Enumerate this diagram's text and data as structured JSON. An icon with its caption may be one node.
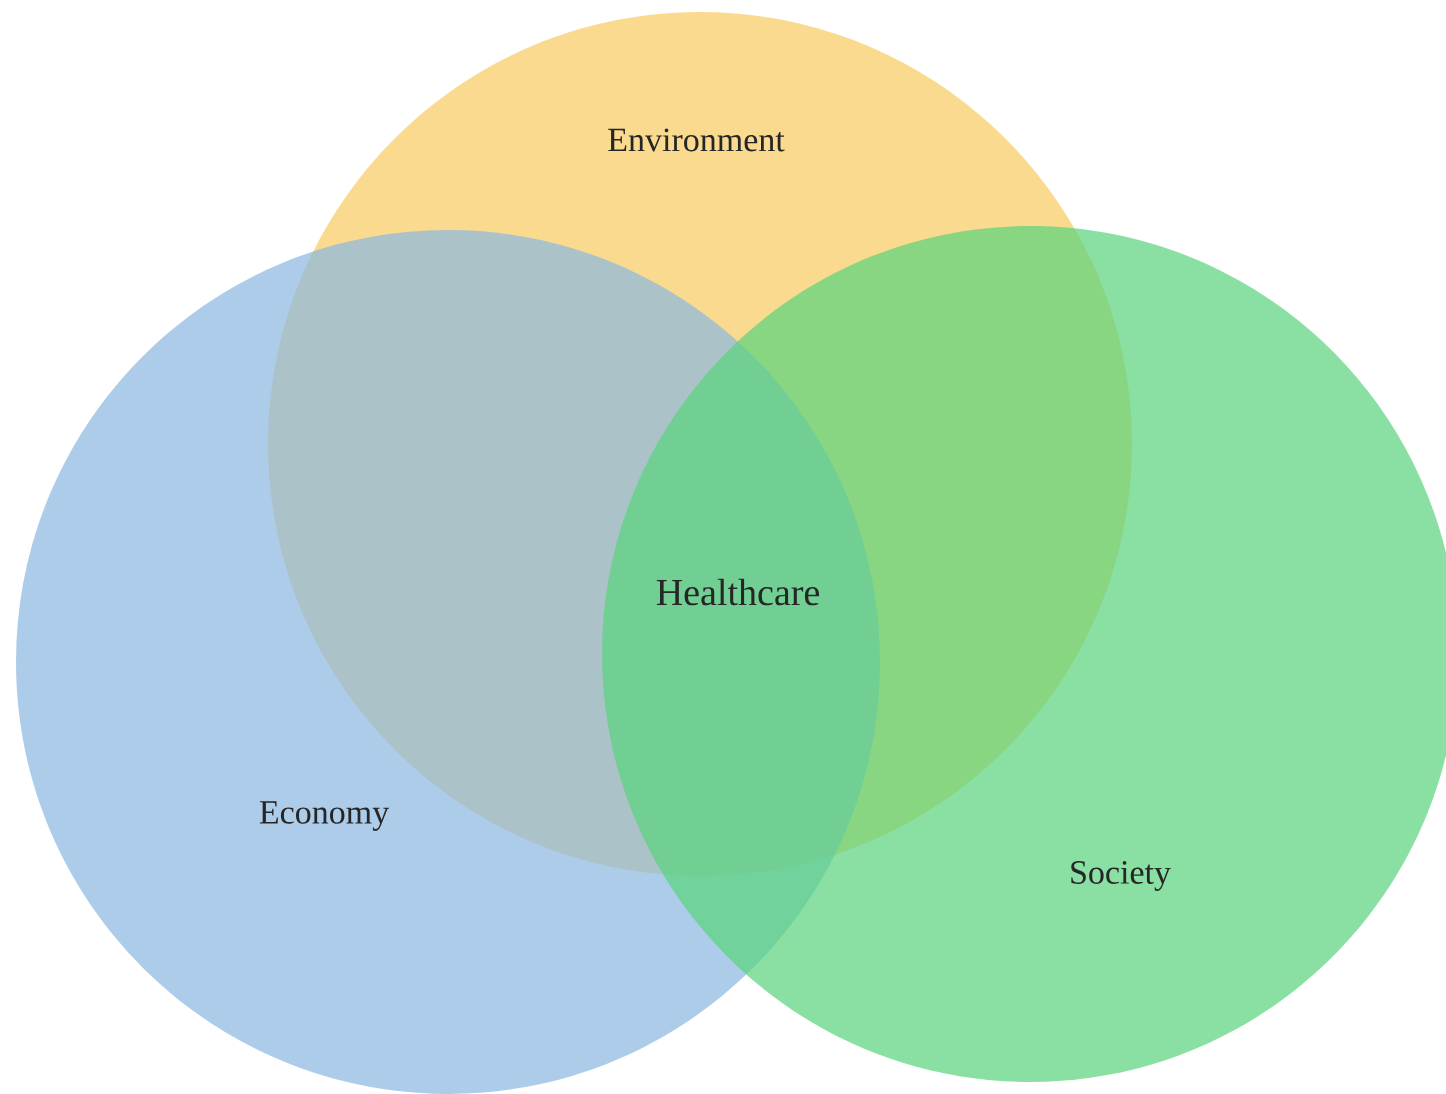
{
  "diagram": {
    "nodes": [
      {
        "text": [
          "Environment"
        ]
      },
      {
        "text": [
          "Economy"
        ]
      },
      {
        "text": [
          "Society"
        ]
      }
    ],
    "labels": [
      "Healthcare"
    ]
  }
}
